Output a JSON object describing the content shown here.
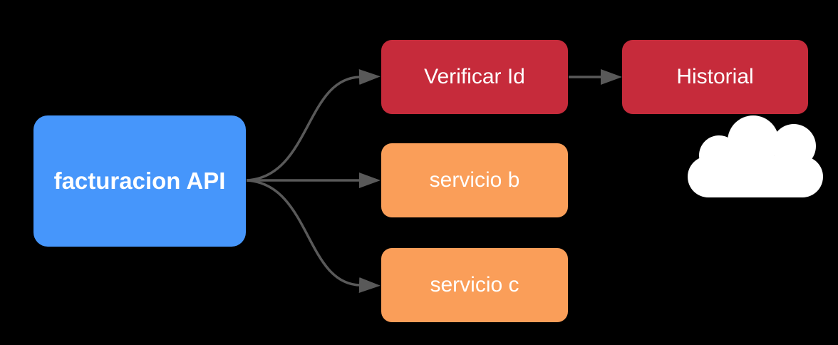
{
  "canvas": {
    "background_color": "#000000"
  },
  "diagram": {
    "connector_color": "#595959",
    "nodes": [
      {
        "id": "facturacion-api",
        "label": "facturacion API",
        "color": "#4696FB",
        "text_color": "#FFFFFF",
        "shape": "rounded-rectangle"
      },
      {
        "id": "verificar-id",
        "label": "Verificar Id",
        "color": "#C62B3B",
        "text_color": "#FFFFFF",
        "shape": "rounded-rectangle"
      },
      {
        "id": "historial",
        "label": "Historial",
        "color": "#C62B3B",
        "text_color": "#FFFFFF",
        "shape": "rounded-rectangle"
      },
      {
        "id": "servicio-b",
        "label": "servicio b",
        "color": "#FA9E59",
        "text_color": "#FFFFFF",
        "shape": "rounded-rectangle"
      },
      {
        "id": "servicio-c",
        "label": "servicio c",
        "color": "#FA9E59",
        "text_color": "#FFFFFF",
        "shape": "rounded-rectangle"
      },
      {
        "id": "cloud",
        "label": "",
        "color": "#FFFFFF",
        "shape": "cloud"
      }
    ],
    "edges": [
      {
        "from": "facturacion API",
        "to": "Verificar Id"
      },
      {
        "from": "facturacion API",
        "to": "servicio b"
      },
      {
        "from": "facturacion API",
        "to": "servicio c"
      },
      {
        "from": "Verificar Id",
        "to": "Historial"
      }
    ]
  }
}
